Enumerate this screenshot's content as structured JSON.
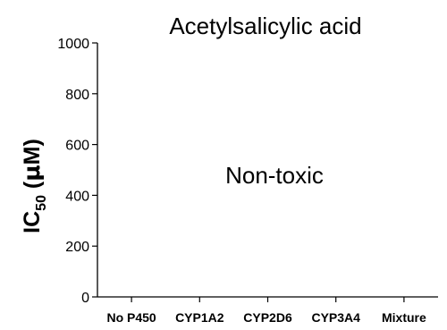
{
  "chart_data": {
    "type": "bar",
    "title": "Acetylsalicylic acid",
    "ylabel": {
      "main": "IC",
      "subscript": "50",
      "unit_open": " (",
      "unit_symbol": "μ",
      "unit_rest": "M)"
    },
    "xlabel": "",
    "categories": [
      "No P450",
      "CYP1A2",
      "CYP2D6",
      "CYP3A4",
      "Mixture"
    ],
    "values": [
      null,
      null,
      null,
      null,
      null
    ],
    "ylim": [
      0,
      1000
    ],
    "yticks": [
      0,
      200,
      400,
      600,
      800,
      1000
    ],
    "annotation": "Non-toxic",
    "grid": false
  }
}
